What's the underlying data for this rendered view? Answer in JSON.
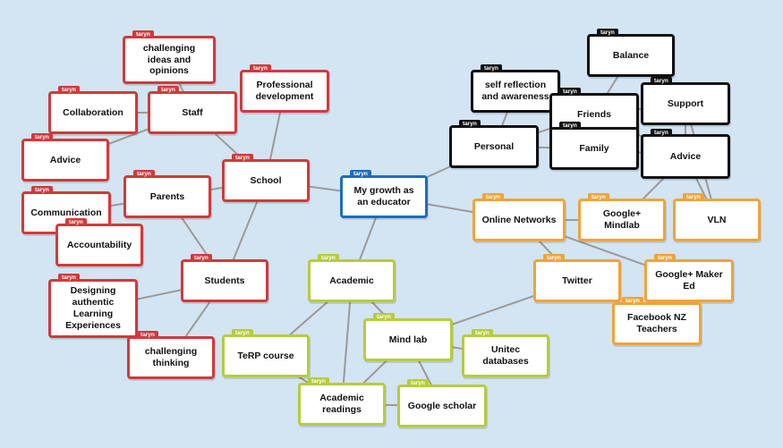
{
  "author_tag": "taryn",
  "colors": {
    "background": "#d3e4f3",
    "edge": "#9a9a9a",
    "red": "#d3393c",
    "black": "#111111",
    "orange": "#f0a437",
    "green": "#b5cd3a",
    "blue": "#1e6eb8"
  },
  "nodes": [
    {
      "id": "center",
      "label": "My growth as an educator",
      "color": "blue"
    },
    {
      "id": "school",
      "label": "School",
      "color": "red"
    },
    {
      "id": "profdev",
      "label": "Professional development",
      "color": "red"
    },
    {
      "id": "staff",
      "label": "Staff",
      "color": "red"
    },
    {
      "id": "challenging-ideas",
      "label": "challenging ideas and opinions",
      "color": "red"
    },
    {
      "id": "collaboration",
      "label": "Collaboration",
      "color": "red"
    },
    {
      "id": "advice-red",
      "label": "Advice",
      "color": "red"
    },
    {
      "id": "parents",
      "label": "Parents",
      "color": "red"
    },
    {
      "id": "communication",
      "label": "Communication",
      "color": "red"
    },
    {
      "id": "accountability",
      "label": "Accountability",
      "color": "red"
    },
    {
      "id": "students",
      "label": "Students",
      "color": "red"
    },
    {
      "id": "designing",
      "label": "Designing authentic Learning Experiences",
      "color": "red"
    },
    {
      "id": "challenging-thinking",
      "label": "challenging thinking",
      "color": "red"
    },
    {
      "id": "personal",
      "label": "Personal",
      "color": "black"
    },
    {
      "id": "self-reflection",
      "label": "self reflection and awareness",
      "color": "black"
    },
    {
      "id": "balance",
      "label": "Balance",
      "color": "black"
    },
    {
      "id": "friends",
      "label": "Friends",
      "color": "black"
    },
    {
      "id": "family",
      "label": "Family",
      "color": "black"
    },
    {
      "id": "support",
      "label": "Support",
      "color": "black"
    },
    {
      "id": "advice-black",
      "label": "Advice",
      "color": "black"
    },
    {
      "id": "online",
      "label": "Online Networks",
      "color": "orange"
    },
    {
      "id": "gplus-mindlab",
      "label": "Google+ Mindlab",
      "color": "orange"
    },
    {
      "id": "vln",
      "label": "VLN",
      "color": "orange"
    },
    {
      "id": "twitter",
      "label": "Twitter",
      "color": "orange"
    },
    {
      "id": "gplus-maker",
      "label": "Google+ Maker Ed",
      "color": "orange"
    },
    {
      "id": "facebook",
      "label": "Facebook NZ Teachers",
      "color": "orange"
    },
    {
      "id": "academic",
      "label": "Academic",
      "color": "green"
    },
    {
      "id": "terp",
      "label": "TeRP course",
      "color": "green"
    },
    {
      "id": "mindlab",
      "label": "Mind lab",
      "color": "green"
    },
    {
      "id": "unitec",
      "label": "Unitec databases",
      "color": "green"
    },
    {
      "id": "readings",
      "label": "Academic readings",
      "color": "green"
    },
    {
      "id": "scholar",
      "label": "Google scholar",
      "color": "green"
    }
  ],
  "edges": [
    [
      "center",
      "school"
    ],
    [
      "center",
      "personal"
    ],
    [
      "center",
      "online"
    ],
    [
      "center",
      "academic"
    ],
    [
      "school",
      "profdev"
    ],
    [
      "school",
      "staff"
    ],
    [
      "school",
      "parents"
    ],
    [
      "school",
      "students"
    ],
    [
      "staff",
      "challenging-ideas"
    ],
    [
      "staff",
      "collaboration"
    ],
    [
      "staff",
      "advice-red"
    ],
    [
      "parents",
      "communication"
    ],
    [
      "parents",
      "students"
    ],
    [
      "communication",
      "accountability"
    ],
    [
      "students",
      "designing"
    ],
    [
      "students",
      "challenging-thinking"
    ],
    [
      "personal",
      "self-reflection"
    ],
    [
      "personal",
      "friends"
    ],
    [
      "personal",
      "family"
    ],
    [
      "friends",
      "balance"
    ],
    [
      "friends",
      "support"
    ],
    [
      "friends",
      "advice-black"
    ],
    [
      "family",
      "advice-black"
    ],
    [
      "support",
      "vln"
    ],
    [
      "support",
      "advice-black"
    ],
    [
      "advice-black",
      "gplus-mindlab"
    ],
    [
      "advice-black",
      "vln"
    ],
    [
      "online",
      "gplus-mindlab"
    ],
    [
      "online",
      "twitter"
    ],
    [
      "online",
      "gplus-maker"
    ],
    [
      "twitter",
      "facebook"
    ],
    [
      "twitter",
      "mindlab"
    ],
    [
      "academic",
      "terp"
    ],
    [
      "academic",
      "mindlab"
    ],
    [
      "academic",
      "readings"
    ],
    [
      "terp",
      "readings"
    ],
    [
      "mindlab",
      "unitec"
    ],
    [
      "mindlab",
      "scholar"
    ],
    [
      "mindlab",
      "readings"
    ],
    [
      "readings",
      "scholar"
    ]
  ]
}
